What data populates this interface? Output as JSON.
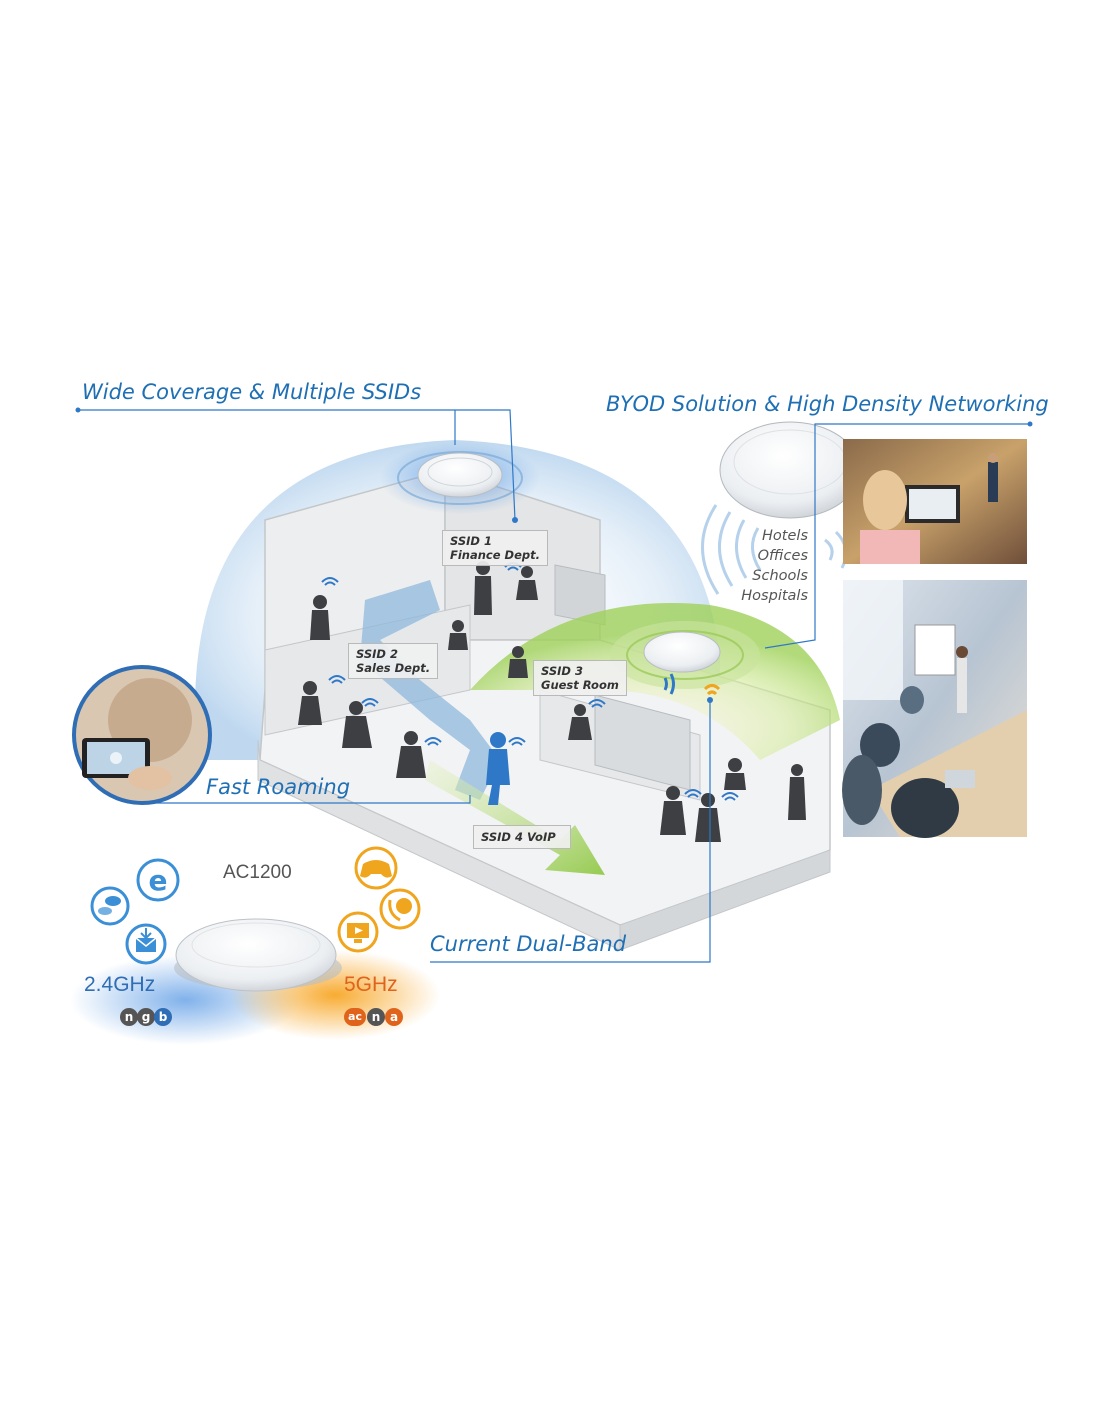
{
  "headings": {
    "wide_coverage": "Wide Coverage & Multiple SSIDs",
    "byod": "BYOD Solution & High Density Networking",
    "fast_roaming": "Fast Roaming",
    "dual_band": "Current Dual-Band"
  },
  "ssids": [
    {
      "line1": "SSID 1",
      "line2": "Finance Dept."
    },
    {
      "line1": "SSID 2",
      "line2": "Sales Dept."
    },
    {
      "line1": "SSID 3",
      "line2": "Guest Room"
    },
    {
      "line1": "SSID 4  VoIP",
      "line2": ""
    }
  ],
  "venues": [
    "Hotels",
    "Offices",
    "Schools",
    "Hospitals"
  ],
  "model": "AC1200",
  "bands": {
    "band_24": "2.4GHz",
    "band_24_standards": [
      "n",
      "g",
      "b"
    ],
    "band_5": "5GHz",
    "band_5_standards": [
      "ac",
      "n",
      "a"
    ]
  },
  "colors": {
    "accent_blue": "#1f6fb4",
    "band_24_blue": "#2f6db5",
    "band_5_orange": "#e0631c",
    "app_icon_blue": "#3a8fd6",
    "app_icon_orange": "#f0a51e",
    "coverage_green": "#8cc63f"
  },
  "icons": {
    "left_apps": [
      "internet-explorer-icon",
      "chat-bubble-icon",
      "email-icon"
    ],
    "right_apps": [
      "gamepad-icon",
      "voip-phone-icon",
      "video-monitor-icon"
    ]
  }
}
